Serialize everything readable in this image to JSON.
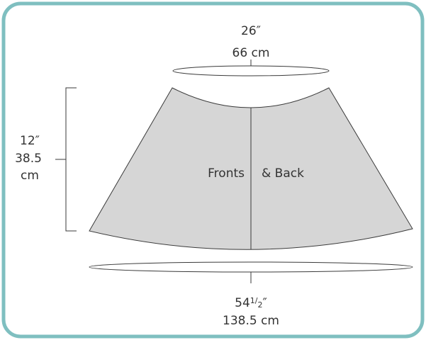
{
  "colors": {
    "frame_border": "#7fbfc0",
    "piece_fill": "#d6d6d6",
    "stroke": "#3a3a3a",
    "text": "#333333"
  },
  "top_measurement": {
    "inches": "26″",
    "cm": "66 cm"
  },
  "height_measurement": {
    "inches": "12″",
    "cm_value": "38.5",
    "cm_unit": "cm"
  },
  "bottom_measurement": {
    "inches_whole": "54",
    "inches_fraction_num": "1",
    "inches_fraction_sep": "/",
    "inches_fraction_den": "2",
    "inches_mark": "″",
    "cm": "138.5 cm"
  },
  "piece_labels": {
    "left": "Fronts",
    "right": "& Back"
  }
}
